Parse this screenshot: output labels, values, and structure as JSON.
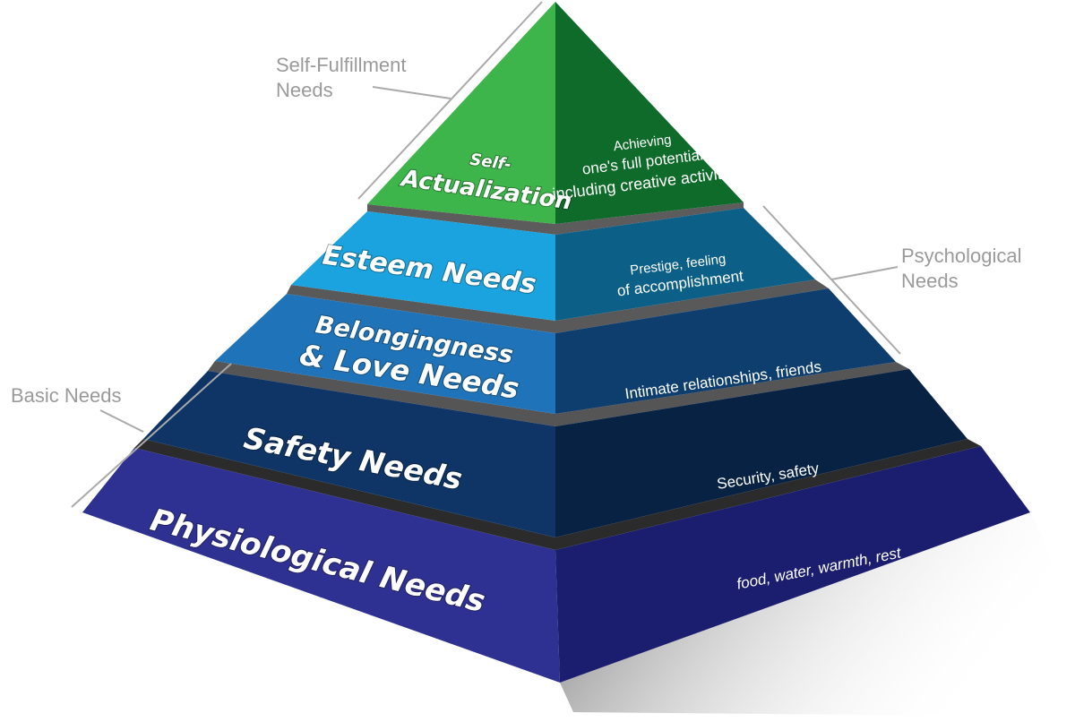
{
  "groups": {
    "self_fulfillment": [
      "Self-Fulfillment",
      "Needs"
    ],
    "psychological": [
      "Psychological",
      "Needs"
    ],
    "basic": "Basic Needs"
  },
  "tiers": {
    "self_actualization": {
      "title": [
        "Self-",
        "Actualization"
      ],
      "description": [
        "Achieving",
        "one's full potential,",
        "including creative activities"
      ],
      "colors": {
        "front": "#3db54a",
        "side": "#0e6b2a"
      }
    },
    "esteem": {
      "title": "Esteem Needs",
      "description": [
        "Prestige, feeling",
        "of accomplishment"
      ],
      "colors": {
        "front": "#1ba3df",
        "side": "#0c5f86"
      }
    },
    "belonging": {
      "title": [
        "Belongingness",
        "& Love Needs"
      ],
      "description": "Intimate relationships, friends",
      "colors": {
        "front": "#1e73b9",
        "side": "#0d3e6e"
      }
    },
    "safety": {
      "title": "Safety Needs",
      "description": "Security, safety",
      "colors": {
        "front": "#0e3566",
        "side": "#082244"
      }
    },
    "physiological": {
      "title": "Physiological Needs",
      "description": "food, water, warmth, rest",
      "colors": {
        "front": "#2f3192",
        "side": "#1b1e6e"
      }
    }
  }
}
